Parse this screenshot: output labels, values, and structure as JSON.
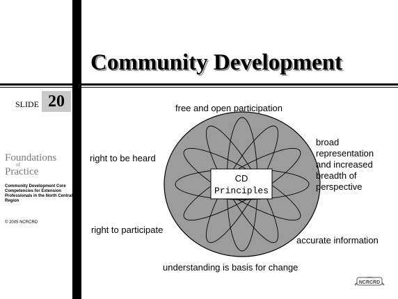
{
  "title": "Community Development",
  "slide": {
    "label": "SLIDE",
    "number": "20"
  },
  "sidebar": {
    "brand_line1": "Foundations",
    "brand_of": "of",
    "brand_line2": "Practice",
    "description": "Community Development Core Competencies for Extension Professionals in the North Central Region",
    "copyright": "© 2005 NCRCRD"
  },
  "diagram": {
    "center_label_1": "CD",
    "center_label_2": "Principles",
    "principles": {
      "top": "free and open participation",
      "left_top": "right to be heard",
      "right_top_1": "broad",
      "right_top_2": "representation",
      "right_top_3": "and increased",
      "right_top_4": "breadth of",
      "right_top_5": "perspective",
      "left_bottom": "right to participate",
      "right_bottom": "accurate information",
      "bottom": "understanding is basis for change"
    },
    "colors": {
      "circle_fill": "#9c9c9c"
    }
  },
  "logo": {
    "text": "NCRCRD"
  }
}
